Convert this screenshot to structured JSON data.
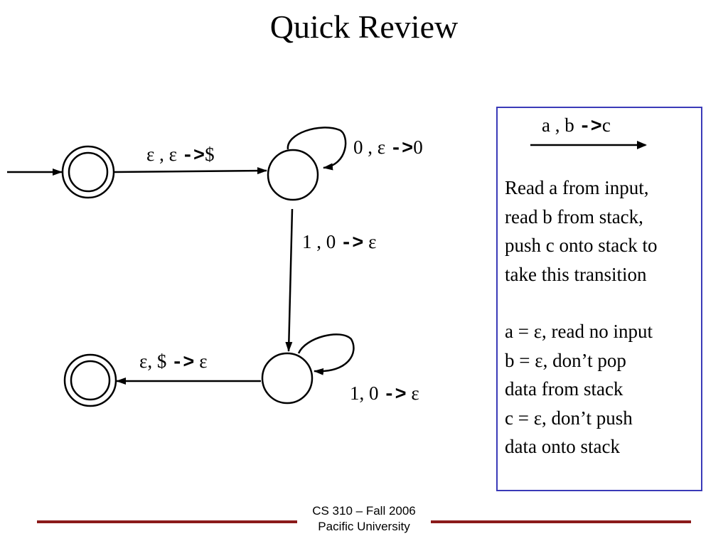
{
  "title": "Quick Review",
  "transitions": {
    "push_dollar": {
      "pre": "ε , ε ",
      "arrow": "->",
      "post": "$"
    },
    "loop_zero": {
      "pre": "0 , ε ",
      "arrow": "->",
      "post": "0"
    },
    "down": {
      "pre": "1 , 0 ",
      "arrow": "->",
      "post": "ε"
    },
    "pop_dollar": {
      "pre": "ε, $ ",
      "arrow": "->",
      "post": "ε"
    },
    "loop_one": {
      "pre": "1, 0 ",
      "arrow": "->",
      "post": "ε"
    }
  },
  "legend": {
    "label": {
      "pre": "a , b ",
      "arrow": "->",
      "post": "c"
    },
    "description_lines": [
      "Read a from input,",
      "read b from stack,",
      "push c onto stack to",
      "take this transition"
    ],
    "rules": [
      "a = ε, read no input",
      "b = ε, don’t pop",
      "data from stack",
      "c = ε, don’t push",
      "data onto stack"
    ]
  },
  "footer": {
    "course": "CS 310 – Fall 2006",
    "school": "Pacific University",
    "line_color": "#8b1a1a",
    "border_color": "#3a3ab8"
  }
}
